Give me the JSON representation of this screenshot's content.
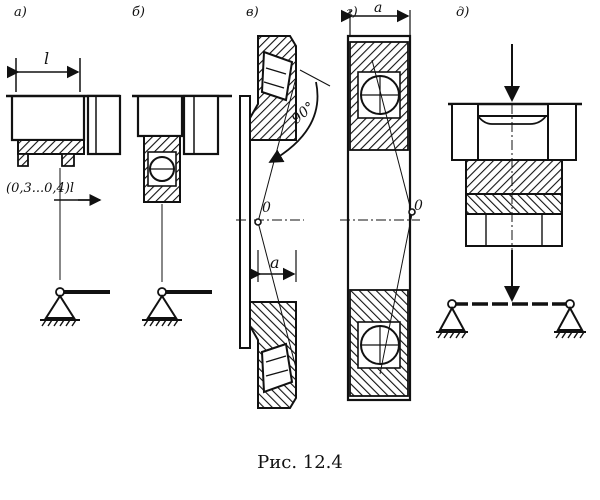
{
  "figure": {
    "caption": "Рис. 12.4",
    "panels": [
      {
        "label": "а)",
        "dimension": "l",
        "note": "(0,3...0,4)l"
      },
      {
        "label": "б)"
      },
      {
        "label": "в)",
        "angle": "90°",
        "point": "0",
        "dimension": "a"
      },
      {
        "label": "г)",
        "dimension": "a",
        "point": "0"
      },
      {
        "label": "д)"
      }
    ]
  }
}
